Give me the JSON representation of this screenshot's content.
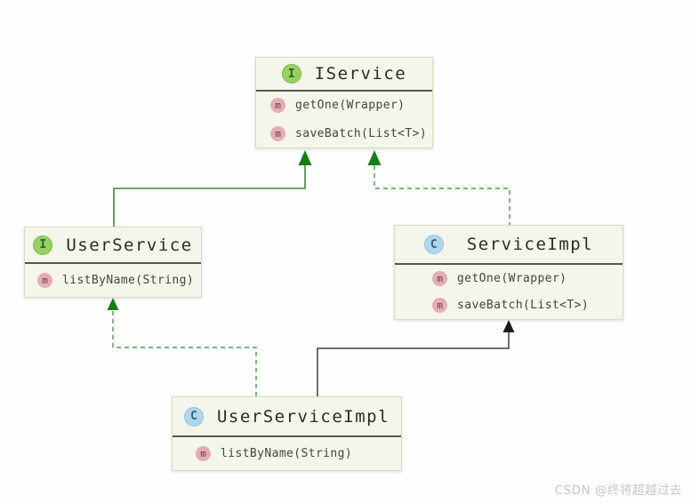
{
  "watermark": {
    "text": "CSDN @终将超越过去",
    "color": "#c7c7c7"
  },
  "colors": {
    "box_fill": "#f4f6eb",
    "box_border": "#d8dcc4",
    "divider": "#54574d",
    "interface_badge_bg": "#97d162",
    "interface_badge_fg": "#2d632a",
    "class_badge_bg": "#afd6ec",
    "class_badge_fg": "#3a6078",
    "method_badge_bg": "#e5adb4",
    "method_badge_fg": "#54424a",
    "extends_interface_line": "#3c8a3c",
    "implements_line": "#4b9b4b",
    "interface_arrow_fill": "#177d17",
    "class_extends_line": "#3f3f3f",
    "class_arrow_fill": "#1c1c1c"
  },
  "diagram": {
    "classes": [
      {
        "name": "IService",
        "kind": "interface",
        "badge": "I",
        "methods": [
          {
            "badge": "m",
            "label": "getOne(Wrapper)"
          },
          {
            "badge": "m",
            "label": "saveBatch(List<T>)"
          }
        ]
      },
      {
        "name": "UserService",
        "kind": "interface",
        "badge": "I",
        "methods": [
          {
            "badge": "m",
            "label": "listByName(String)"
          }
        ]
      },
      {
        "name": "ServiceImpl",
        "kind": "class",
        "badge": "C",
        "methods": [
          {
            "badge": "m",
            "label": "getOne(Wrapper)"
          },
          {
            "badge": "m",
            "label": "saveBatch(List<T>)"
          }
        ]
      },
      {
        "name": "UserServiceImpl",
        "kind": "class",
        "badge": "C",
        "methods": [
          {
            "badge": "m",
            "label": "listByName(String)"
          }
        ]
      }
    ],
    "relations": [
      {
        "from": "UserService",
        "to": "IService",
        "type": "extends",
        "line": "solid",
        "color": "green"
      },
      {
        "from": "ServiceImpl",
        "to": "IService",
        "type": "implements",
        "line": "dashed",
        "color": "green"
      },
      {
        "from": "UserServiceImpl",
        "to": "UserService",
        "type": "implements",
        "line": "dashed",
        "color": "green"
      },
      {
        "from": "UserServiceImpl",
        "to": "ServiceImpl",
        "type": "extends",
        "line": "solid",
        "color": "dark"
      }
    ]
  }
}
